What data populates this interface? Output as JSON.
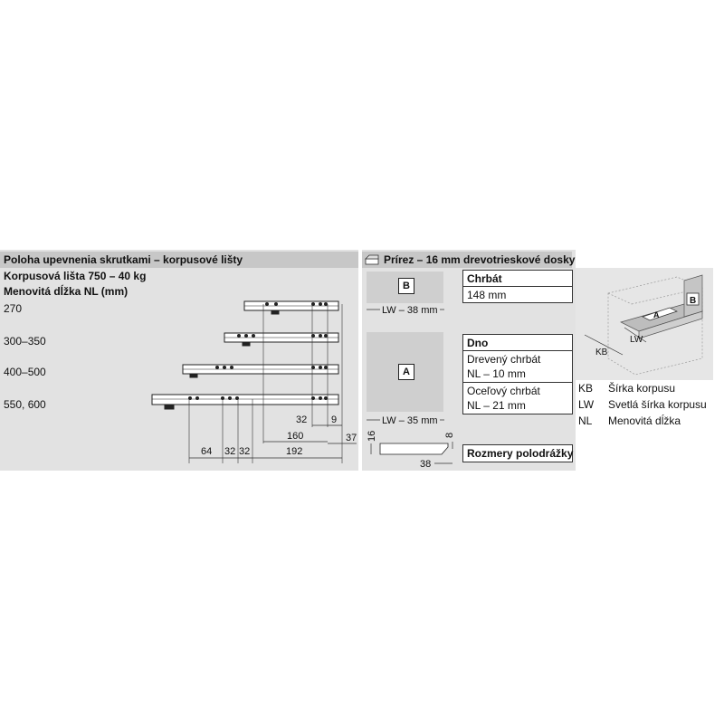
{
  "left": {
    "header": "Poloha upevnenia skrutkami – korpusové lišty",
    "line2": "Korpusová lišta 750 – 40 kg",
    "line3": "Menovitá dĺžka NL (mm)",
    "rows": [
      "270",
      "300–350",
      "400–500",
      "550, 600"
    ],
    "dims": {
      "d32_upper": "32",
      "d9": "9",
      "d160": "160",
      "d37": "37",
      "d64": "64",
      "d32a": "32",
      "d32b": "32",
      "d192": "192"
    }
  },
  "middle": {
    "header": "Prírez – 16 mm drevotrieskové dosky",
    "panel_b_label": "B",
    "panel_a_label": "A",
    "dim_b": "LW – 38 mm",
    "dim_a": "LW – 35 mm",
    "chrbat_title": "Chrbát",
    "chrbat_value": "148 mm",
    "dno_title": "Dno",
    "dno_line1": "Drevený chrbát",
    "dno_line2": "NL – 10 mm",
    "dno_line3": "Oceľový chrbát",
    "dno_line4": "NL – 21 mm",
    "profile_16": "16",
    "profile_8": "8",
    "profile_38": "38",
    "rozmery": "Rozmery polodrážky"
  },
  "right": {
    "labels_3d": {
      "b": "B",
      "a": "A",
      "lw": "LW",
      "kb": "KB"
    },
    "legend": [
      {
        "abbr": "KB",
        "desc": "Šírka korpusu"
      },
      {
        "abbr": "LW",
        "desc": "Svetlá šírka korpusu"
      },
      {
        "abbr": "NL",
        "desc": "Menovitá dĺžka"
      }
    ]
  }
}
